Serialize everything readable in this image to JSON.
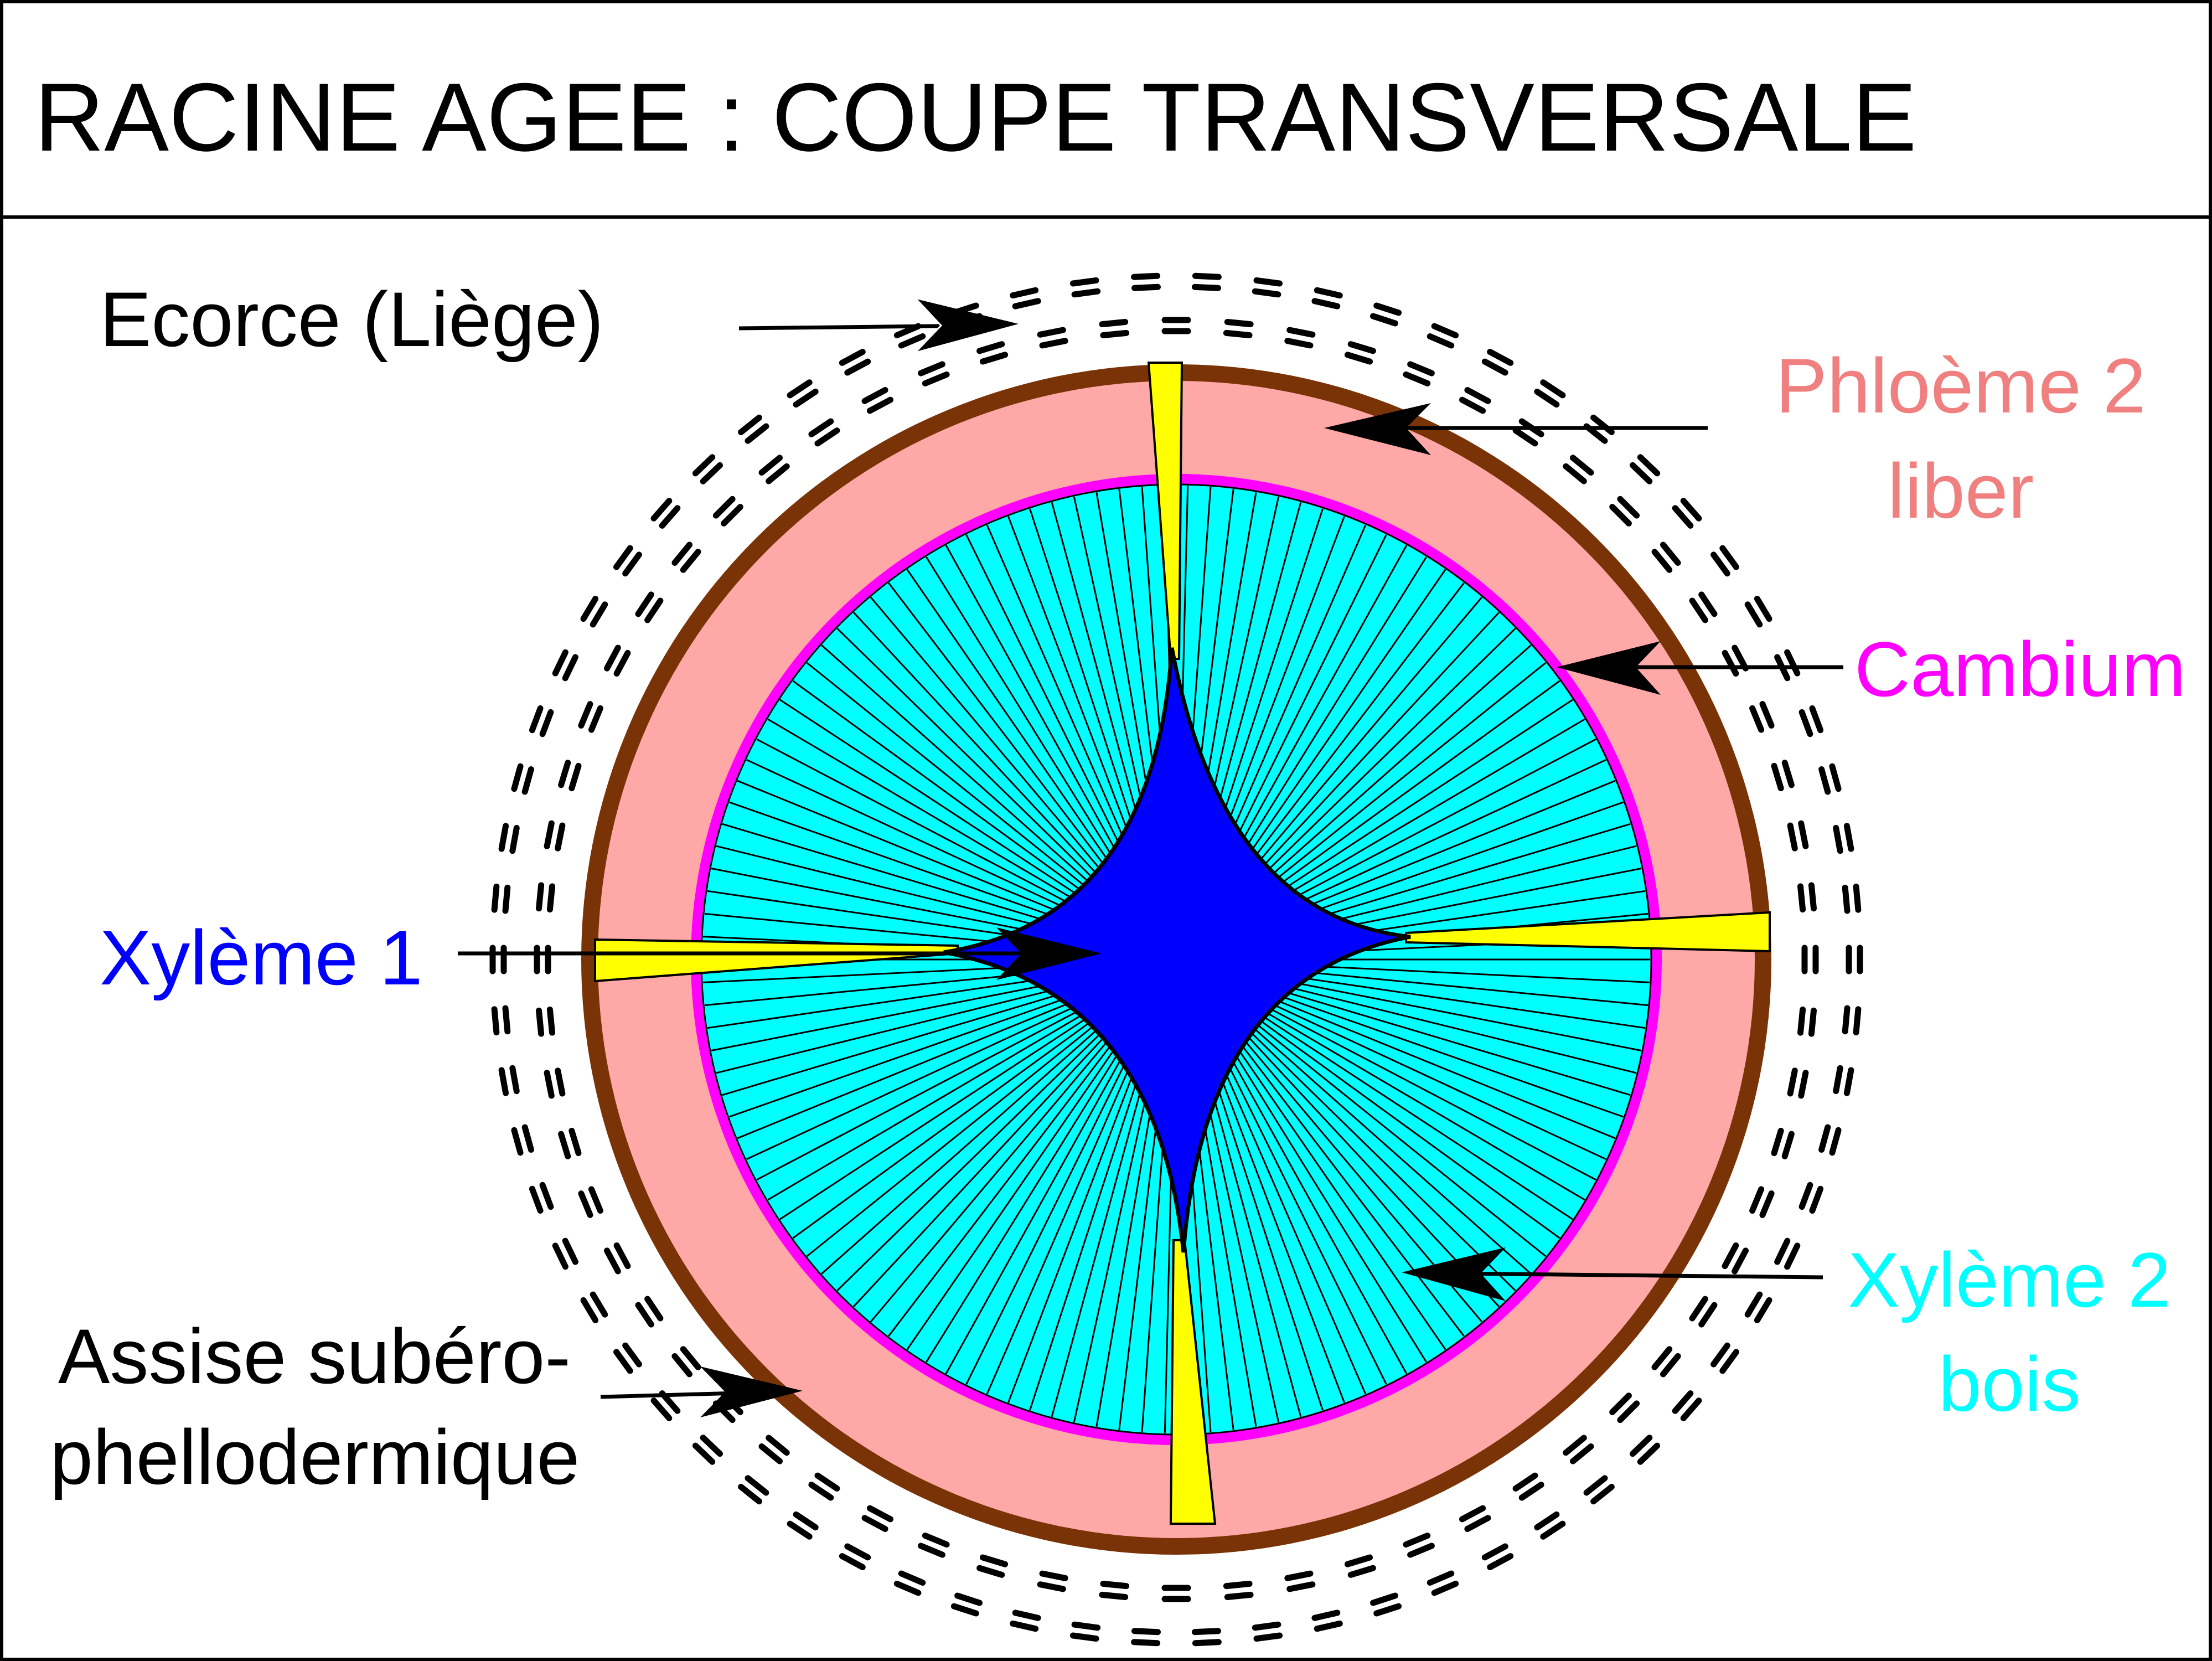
{
  "title": "RACINE AGEE : COUPE TRANSVERSALE",
  "labels": {
    "ecorce": "Ecorce (Liège)",
    "phloeme_line1": "Phloème 2",
    "phloeme_line2": "liber",
    "cambium": "Cambium",
    "xyleme1": "Xylème 1",
    "xyleme2_line1": "Xylème 2",
    "xyleme2_line2": "bois",
    "assise_line1": "Assise subéro-",
    "assise_line2": "phellodermique"
  },
  "colors": {
    "frame": "#000000",
    "cork_dashes": "#000000",
    "periderm_ring": "#7a3306",
    "phloem": "#ffa8a8",
    "cambium": "#ff00ff",
    "secondary_xylem": "#00ffff",
    "primary_xylem": "#0000ff",
    "rays": "#ffff00",
    "label_default": "#000000",
    "label_phloem": "#f08080",
    "label_cambium": "#ff00ff",
    "label_xylem1": "#0000ff",
    "label_xylem2": "#00ffff"
  }
}
